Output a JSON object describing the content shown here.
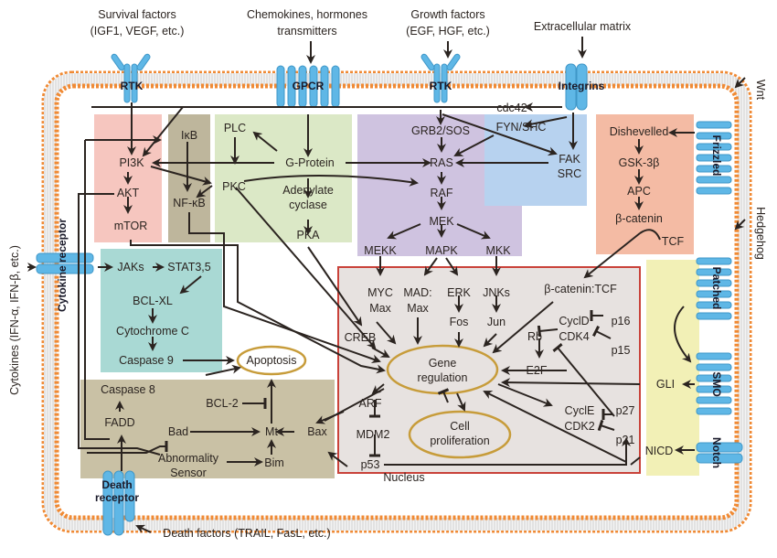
{
  "colors": {
    "membrane_orange": "#f08a34",
    "membrane_gray": "#d7d7d7",
    "receptor_blue": "#5fb7e6",
    "nucleus_border": "#c9423a",
    "nucleus_fill": "#e7e2e0",
    "oval_border": "#c79c3a",
    "pi3k_box": "#f6c6bf",
    "ikb_box": "#beb69c",
    "gprotein_box": "#dbe8c6",
    "mapk_box": "#cfc3e0",
    "fak_box": "#b7d2ef",
    "wnt_box": "#f4bba4",
    "jak_box": "#a9d9d4",
    "death_box": "#c9c1a5",
    "hedgehog_box": "#f2f0b6",
    "arrow": "#2b2420"
  },
  "external_signals": {
    "survival": [
      "Survival factors",
      "(IGF1, VEGF, etc.)"
    ],
    "chemokines": [
      "Chemokines, hormones",
      "transmitters"
    ],
    "growth": [
      "Growth factors",
      "(EGF, HGF, etc.)"
    ],
    "ecm": "Extracellular matrix",
    "wnt": "Wnt",
    "hedgehog": "Hedgehog",
    "cytokines": "Cytokines (IFN-α, IFN-β, etc.)",
    "death": "Death factors (TRAIL, FasL, etc.)"
  },
  "receptors": {
    "rtk1": "RTK",
    "gpcr": "GPCR",
    "rtk2": "RTK",
    "integrins": "Integrins",
    "frizzled": "Frizzled",
    "patched": "Patched",
    "smo": "SMO",
    "notch": "Notch",
    "cytokine": "Cytokine receptor",
    "death_line1": "Death",
    "death_line2": "receptor"
  },
  "nodes": {
    "pi3k": "PI3K",
    "akt": "AKT",
    "mtor": "mTOR",
    "ikb": "IκB",
    "nfkb": "NF-κB",
    "plc": "PLC",
    "pkc": "PKC",
    "gprotein": "G-Protein",
    "adenylate1": "Adenylate",
    "adenylate2": "cyclase",
    "pka": "PKA",
    "cdc42": "cdc42",
    "fynshc": "FYN/SHC",
    "fak": "FAK",
    "src": "SRC",
    "grb2": "GRB2/SOS",
    "ras": "RAS",
    "raf": "RAF",
    "mek": "MEK",
    "mekk": "MEKK",
    "mapk": "MAPK",
    "mkk": "MKK",
    "dishevelled": "Dishevelled",
    "gsk": "GSK-3β",
    "apc": "APC",
    "bcatenin": "β-catenin",
    "tcf": "TCF",
    "jaks": "JAKs",
    "stat": "STAT3,5",
    "bclxl": "BCL-XL",
    "cytc": "Cytochrome C",
    "casp9": "Caspase 9",
    "apoptosis": "Apoptosis",
    "casp8": "Caspase 8",
    "fadd": "FADD",
    "bcl2": "BCL-2",
    "bad": "Bad",
    "mt": "Mt",
    "bax": "Bax",
    "bim": "Bim",
    "abn1": "Abnormality",
    "abn2": "Sensor",
    "myc": "MYC",
    "max1": "Max",
    "mad": "MAD:",
    "max2": "Max",
    "erk": "ERK",
    "fos": "Fos",
    "jnks": "JNKs",
    "jun": "Jun",
    "creb": "CREB",
    "bcat_tcf": "β-catenin:TCF",
    "gene1": "Gene",
    "gene2": "regulation",
    "cycld": "CyclD",
    "cdk4": "CDK4",
    "p16": "p16",
    "p15": "p15",
    "rb": "Rb",
    "e2f": "E2F",
    "arf": "ARF",
    "mdm2": "MDM2",
    "p53": "p53",
    "cell1": "Cell",
    "cell2": "proliferation",
    "cycle": "CyclE",
    "cdk2": "CDK2",
    "p27": "p27",
    "p21": "p21",
    "gli": "GLI",
    "nicd": "NICD",
    "nucleus": "Nucleus"
  }
}
